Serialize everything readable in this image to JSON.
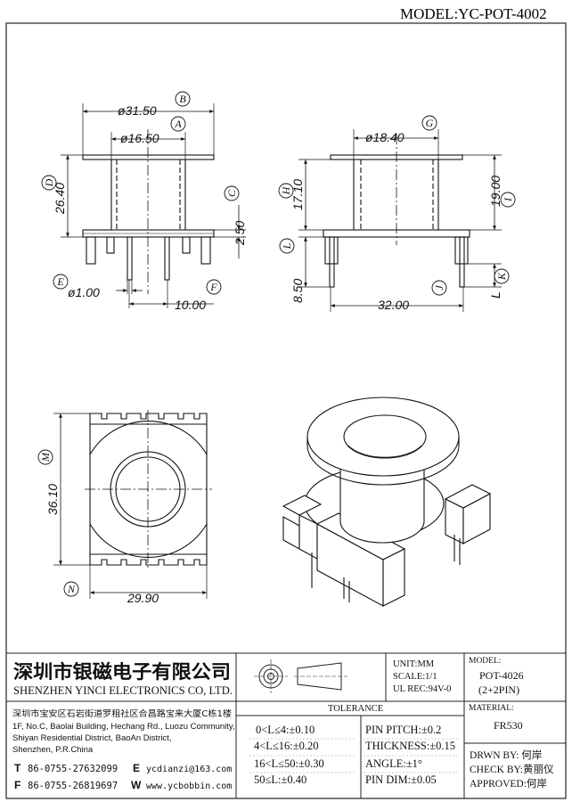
{
  "header": {
    "model": "MODEL:YC-POT-4002"
  },
  "views": {
    "front": {
      "dims": {
        "d_outer": "ø31.50",
        "d_inner": "ø16.50",
        "height": "26.40",
        "flange": "2.50",
        "pin_dia": "ø1.00",
        "pin_span": "10.00"
      },
      "letters": {
        "B": "B",
        "A": "A",
        "D": "D",
        "C": "C",
        "E": "E",
        "F": "F"
      }
    },
    "side": {
      "dims": {
        "d_core": "ø18.40",
        "h1": "17.10",
        "h2": "19.00",
        "pin_len": "8.50",
        "width": "32.00",
        "L": "L"
      },
      "letters": {
        "G": "G",
        "H": "H",
        "I": "I",
        "L": "L",
        "J": "J",
        "K": "K"
      }
    },
    "top": {
      "dims": {
        "height": "36.10",
        "width": "29.90"
      },
      "letters": {
        "M": "M",
        "N": "N"
      }
    }
  },
  "titleblock": {
    "company_cn": "深圳市银磁电子有限公司",
    "company_en": "SHENZHEN YINCI ELECTRONICS CO, LTD.",
    "address_cn": "深圳市宝安区石岩街道罗租社区合昌路宝来大厦C栋1楼",
    "address_en": [
      "1F, No.C, Baolai Building, Hechang Rd., Luozu Community,",
      "Shiyan Residential District, BaoAn District,",
      "Shenzhen, P.R.China"
    ],
    "contacts": {
      "tel_label": "T",
      "tel": "86-0755-27632099",
      "fax_label": "F",
      "fax": "86-0755-26819697",
      "email_label": "E",
      "email": "ycdianzi@163.com",
      "web_label": "W",
      "web": "www.ycbobbin.com"
    },
    "unit": "UNIT:MM",
    "scale": "SCALE:1/1",
    "ulrec": "UL REC:94V-0",
    "model_label": "MODEL:",
    "model_value": "POT-4026",
    "model_sub": "(2+2PIN)",
    "material_label": "MATERIAL:",
    "material_value": "FR530",
    "tolerance_title": "TOLERANCE",
    "tolerances_left": [
      "0<L≤4:±0.10",
      "4<L≤16:±0.20",
      "16<L≤50:±0.30",
      "50≤L:±0.40"
    ],
    "tolerances_right": [
      "PIN PITCH:±0.2",
      "THICKNESS:±0.15",
      "ANGLE:±1°",
      "PIN DIM:±0.05"
    ],
    "drawn": "DRWN BY: 何岸",
    "check": "CHECK BY:黄丽仪",
    "approved": "APPROVED:何岸"
  }
}
